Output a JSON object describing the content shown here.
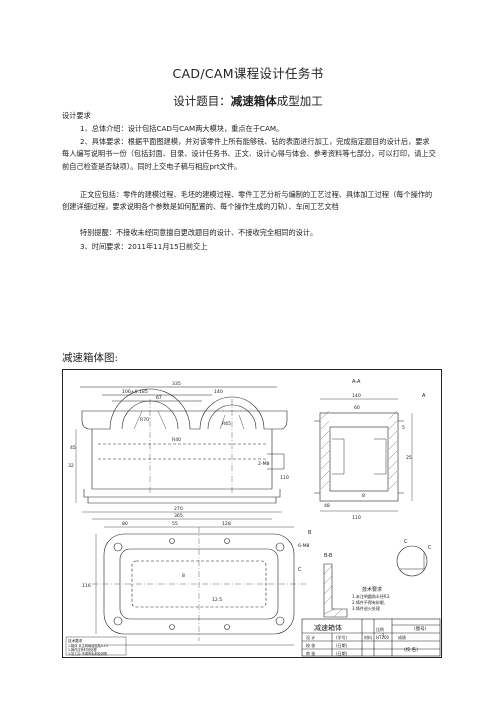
{
  "document": {
    "title": "CAD/CAM课程设计任务书",
    "subtitle_prefix": "设计题目：",
    "subtitle_bold": "减速箱体",
    "subtitle_suffix": "成型加工",
    "section_heading": "设计要求",
    "items": [
      "1、总体介绍：设计包括CAD与CAM两大模块，重点在于CAM。",
      "2、具体要求：根据平面图建模，并对该零件上所有能够铣、钻的表面进行加工，完成指定题目的设计后，要求每人编写说明书一份（包括封面、目录、设计任务书、正文、设计心得与体会、参考资料等七部分，可以打印，请上交前自己检查是否缺项）。同时上交电子稿与相应prt文件。",
      "正文应包括：零件的建模过程、毛坯的建模过程、零件工艺分析与编制的工艺过程、具体加工过程（每个操作的创建详细过程，要求说明各个参数是如何配置的、每个操作生成的刀轨）、车间工艺文档",
      "特别提醒：不接收未经同意擅自更改题目的设计、不接收完全相同的设计。",
      "3、时间要求：2011年11月15日前交上"
    ],
    "figure_label": "减速箱体图:"
  },
  "drawing": {
    "dims_front": [
      "335",
      "106±0.185",
      "67",
      "140",
      "R70",
      "R65",
      "R40",
      "2-M8",
      "32",
      "45",
      "270",
      "365",
      "110"
    ],
    "dims_side": [
      "A-A",
      "A",
      "140",
      "60",
      "5",
      "25",
      "8",
      "48",
      "110"
    ],
    "dims_top": [
      "B",
      "80",
      "55",
      "128",
      "116",
      "C",
      "C",
      "8",
      "6-M8",
      "12.5"
    ],
    "section_labels": [
      "B-B",
      "C"
    ],
    "tech_notes_title": "技术要求",
    "tech_notes": [
      "1.未注明圆角半径R3.",
      "2.铸件不得有砂眼、",
      "3.铸件退火处理"
    ],
    "title_block": {
      "part_name": "减速箱体",
      "sheet_ref": "(图号)",
      "row1": [
        "比例",
        "1"
      ],
      "row2": [
        "设 计",
        "(学号)",
        "材料",
        "HT200",
        "成绩"
      ],
      "row3": [
        "校 核",
        "(日期)"
      ],
      "row4": [
        "审 核",
        "(日期)",
        "(校 名)"
      ]
    },
    "left_notes_title": "技术要求",
    "left_notes": [
      "1.箱体 未注明铸造圆角R3-5",
      "2.铸件应有时效处理",
      "3.加工后 不得有毛刺及锐角"
    ]
  }
}
